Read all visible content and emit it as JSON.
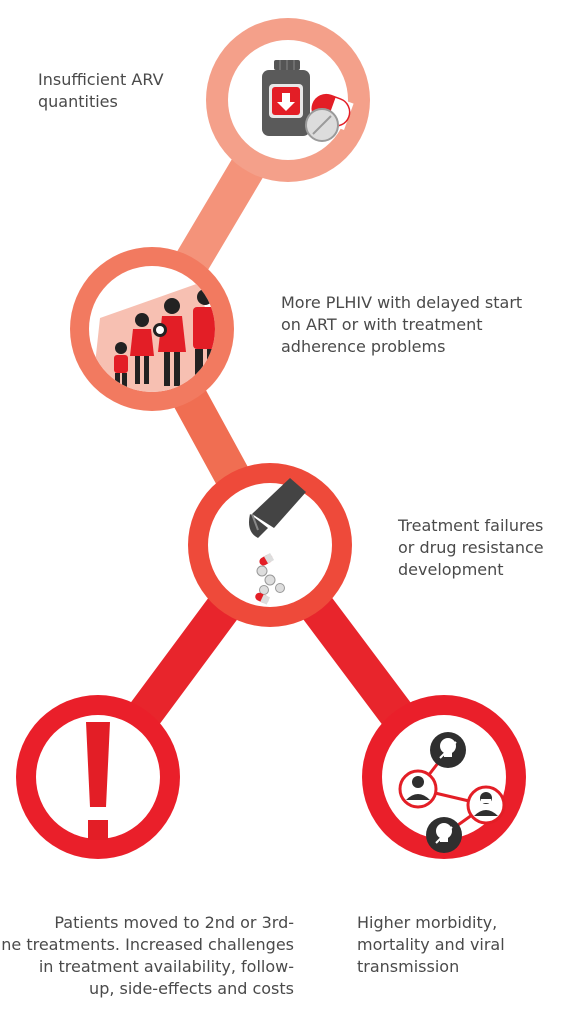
{
  "nodes": [
    {
      "id": "insufficient-arv",
      "lines": [
        "Insufficient ARV",
        "quantities"
      ],
      "icon": "medicine-bottle-pills-icon",
      "ring_color": "#f4a08a"
    },
    {
      "id": "delayed-start",
      "lines": [
        "More PLHIV with delayed start",
        "on ART or with treatment",
        "adherence problems"
      ],
      "icon": "family-people-icon",
      "ring_color": "#f27a60"
    },
    {
      "id": "treatment-failures",
      "lines": [
        "Treatment failures",
        "or drug resistance",
        "development"
      ],
      "icon": "hand-dropping-pills-icon",
      "ring_color": "#ee4a3a"
    },
    {
      "id": "second-line",
      "lines": [
        "Patients moved to 2nd or 3rd-",
        "line treatments. Increased challenges",
        "in treatment availability, follow-",
        "up, side-effects and costs"
      ],
      "icon": "exclamation-icon",
      "ring_color": "#ea1f2a"
    },
    {
      "id": "morbidity",
      "lines": [
        "Higher morbidity,",
        "mortality and viral",
        "transmission"
      ],
      "icon": "transmission-network-icon",
      "ring_color": "#ea1f2a"
    }
  ],
  "colors": {
    "accent_red": "#e31e26",
    "connector_top": "#f6a58e",
    "connector_bottom": "#e8202a",
    "text": "#4a4a4a",
    "icon_dark": "#2f2f2f"
  }
}
